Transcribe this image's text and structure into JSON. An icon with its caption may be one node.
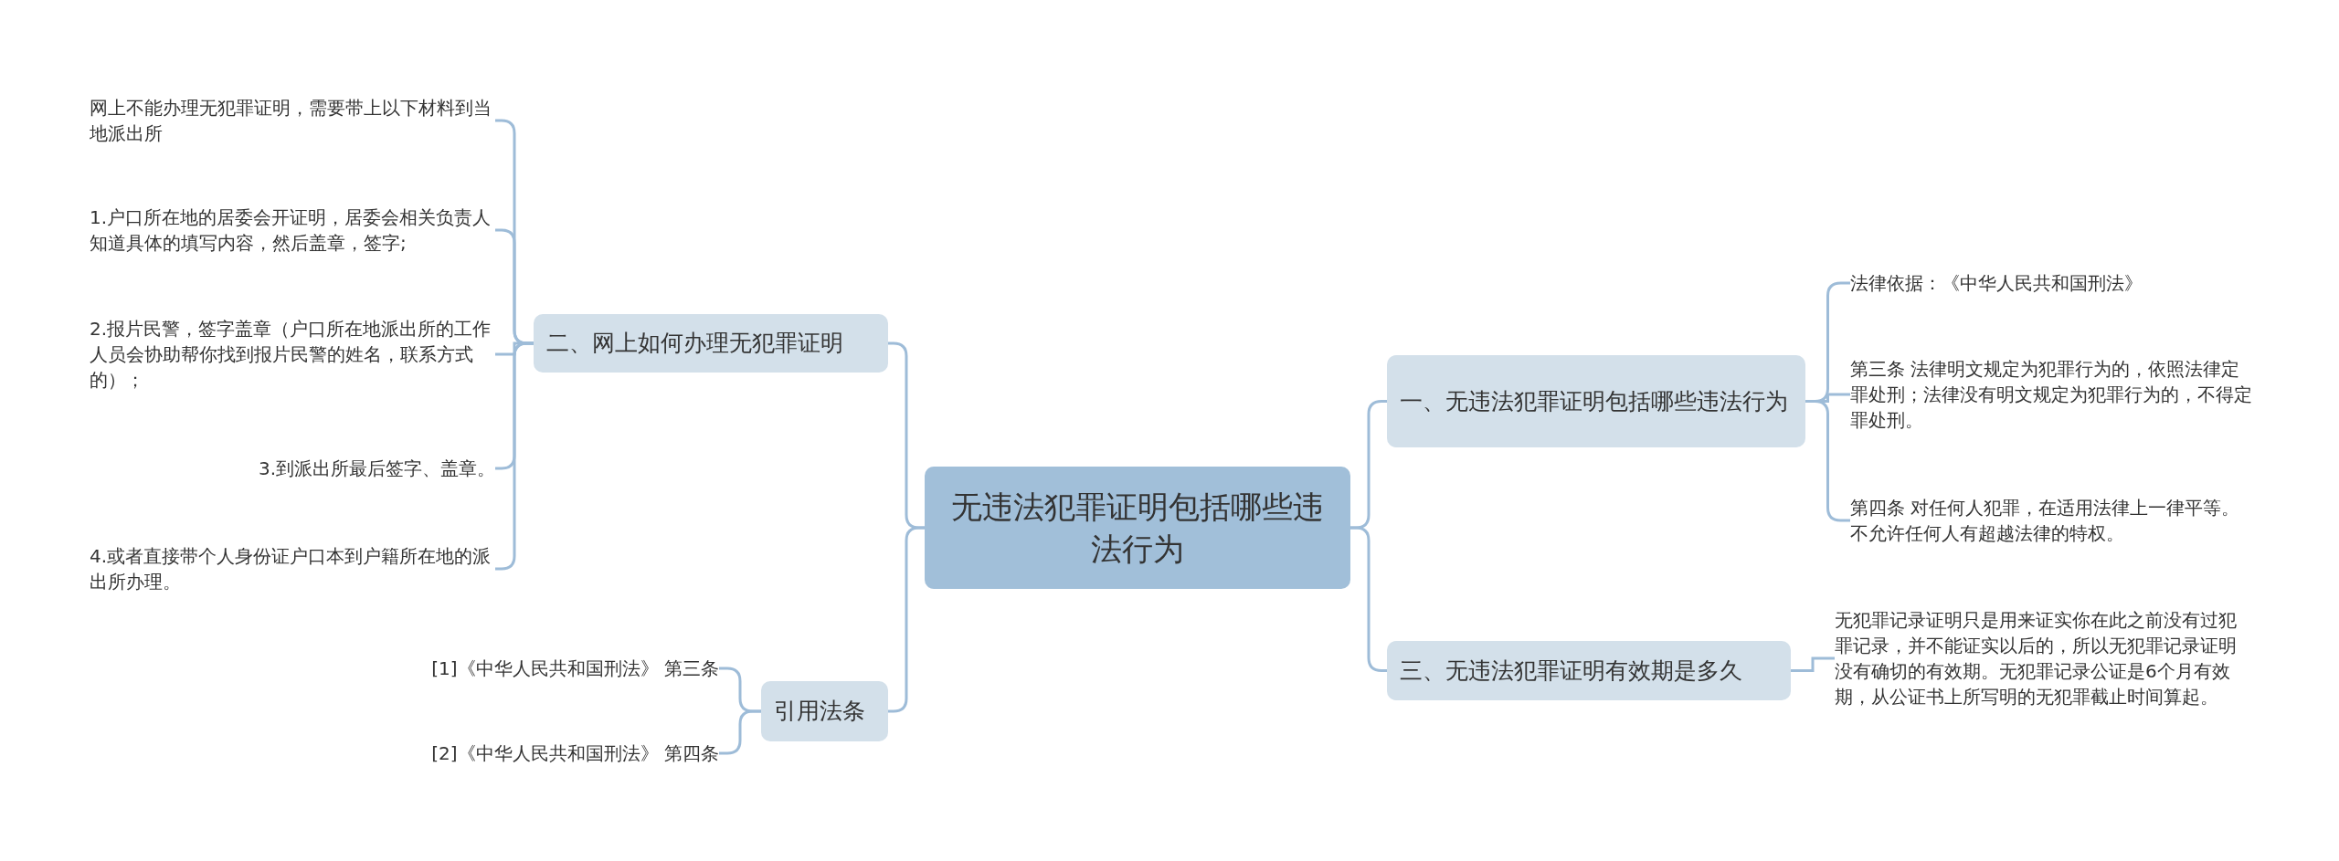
{
  "diagram": {
    "nodes": [
      {
        "text": [
          "无违法犯罪证明包括哪些违法行为"
        ]
      },
      {
        "text": [
          "一、无违法犯罪证明包括哪些违法行为"
        ]
      },
      {
        "text": [
          "法律依据：《中华人民共和国刑法》"
        ]
      },
      {
        "text": [
          "第三条 法律明文规定为犯罪行为的，依照法律定罪处刑；法律没有明文规定为犯罪行为的，不得定罪处刑。"
        ]
      },
      {
        "text": [
          "第四条 对任何人犯罪，在适用法律上一律平等。不允许任何人有超越法律的特权。"
        ]
      },
      {
        "text": [
          "三、无违法犯罪证明有效期是多久"
        ]
      },
      {
        "text": [
          "无犯罪记录证明只是用来证实你在此之前没有过犯罪记录，并不能证实以后的，所以无犯罪记录证明没有确切的有效期。无犯罪记录公证是6个月有效期，从公证书上所写明的无犯罪截止时间算起。"
        ]
      },
      {
        "text": [
          "二、网上如何办理无犯罪证明"
        ]
      },
      {
        "text": [
          "网上不能办理无犯罪证明，需要带上以下材料到当地派出所"
        ]
      },
      {
        "text": [
          "1.户口所在地的居委会开证明，居委会相关负责人知道具体的填写内容，然后盖章，签字;"
        ]
      },
      {
        "text": [
          "2.报片民警，签字盖章（户口所在地派出所的工作人员会协助帮你找到报片民警的姓名，联系方式的）；"
        ]
      },
      {
        "text": [
          "3.到派出所最后签字、盖章。"
        ]
      },
      {
        "text": [
          "4.或者直接带个人身份证户口本到户籍所在地的派出所办理。"
        ]
      },
      {
        "text": [
          "引用法条"
        ]
      },
      {
        "text": [
          "[1]《中华人民共和国刑法》 第三条"
        ]
      },
      {
        "text": [
          "[2]《中华人民共和国刑法》 第四条"
        ]
      }
    ],
    "edges": [
      {
        "from": 0,
        "to": 1,
        "arrow": "none"
      },
      {
        "from": 1,
        "to": 2,
        "arrow": "none"
      },
      {
        "from": 1,
        "to": 3,
        "arrow": "none"
      },
      {
        "from": 1,
        "to": 4,
        "arrow": "none"
      },
      {
        "from": 0,
        "to": 5,
        "arrow": "none"
      },
      {
        "from": 5,
        "to": 6,
        "arrow": "none"
      },
      {
        "from": 0,
        "to": 7,
        "arrow": "none"
      },
      {
        "from": 7,
        "to": 8,
        "arrow": "none"
      },
      {
        "from": 7,
        "to": 9,
        "arrow": "none"
      },
      {
        "from": 7,
        "to": 10,
        "arrow": "none"
      },
      {
        "from": 7,
        "to": 11,
        "arrow": "none"
      },
      {
        "from": 7,
        "to": 12,
        "arrow": "none"
      },
      {
        "from": 0,
        "to": 13,
        "arrow": "none"
      },
      {
        "from": 13,
        "to": 14,
        "arrow": "none"
      },
      {
        "from": 13,
        "to": 15,
        "arrow": "none"
      }
    ]
  }
}
